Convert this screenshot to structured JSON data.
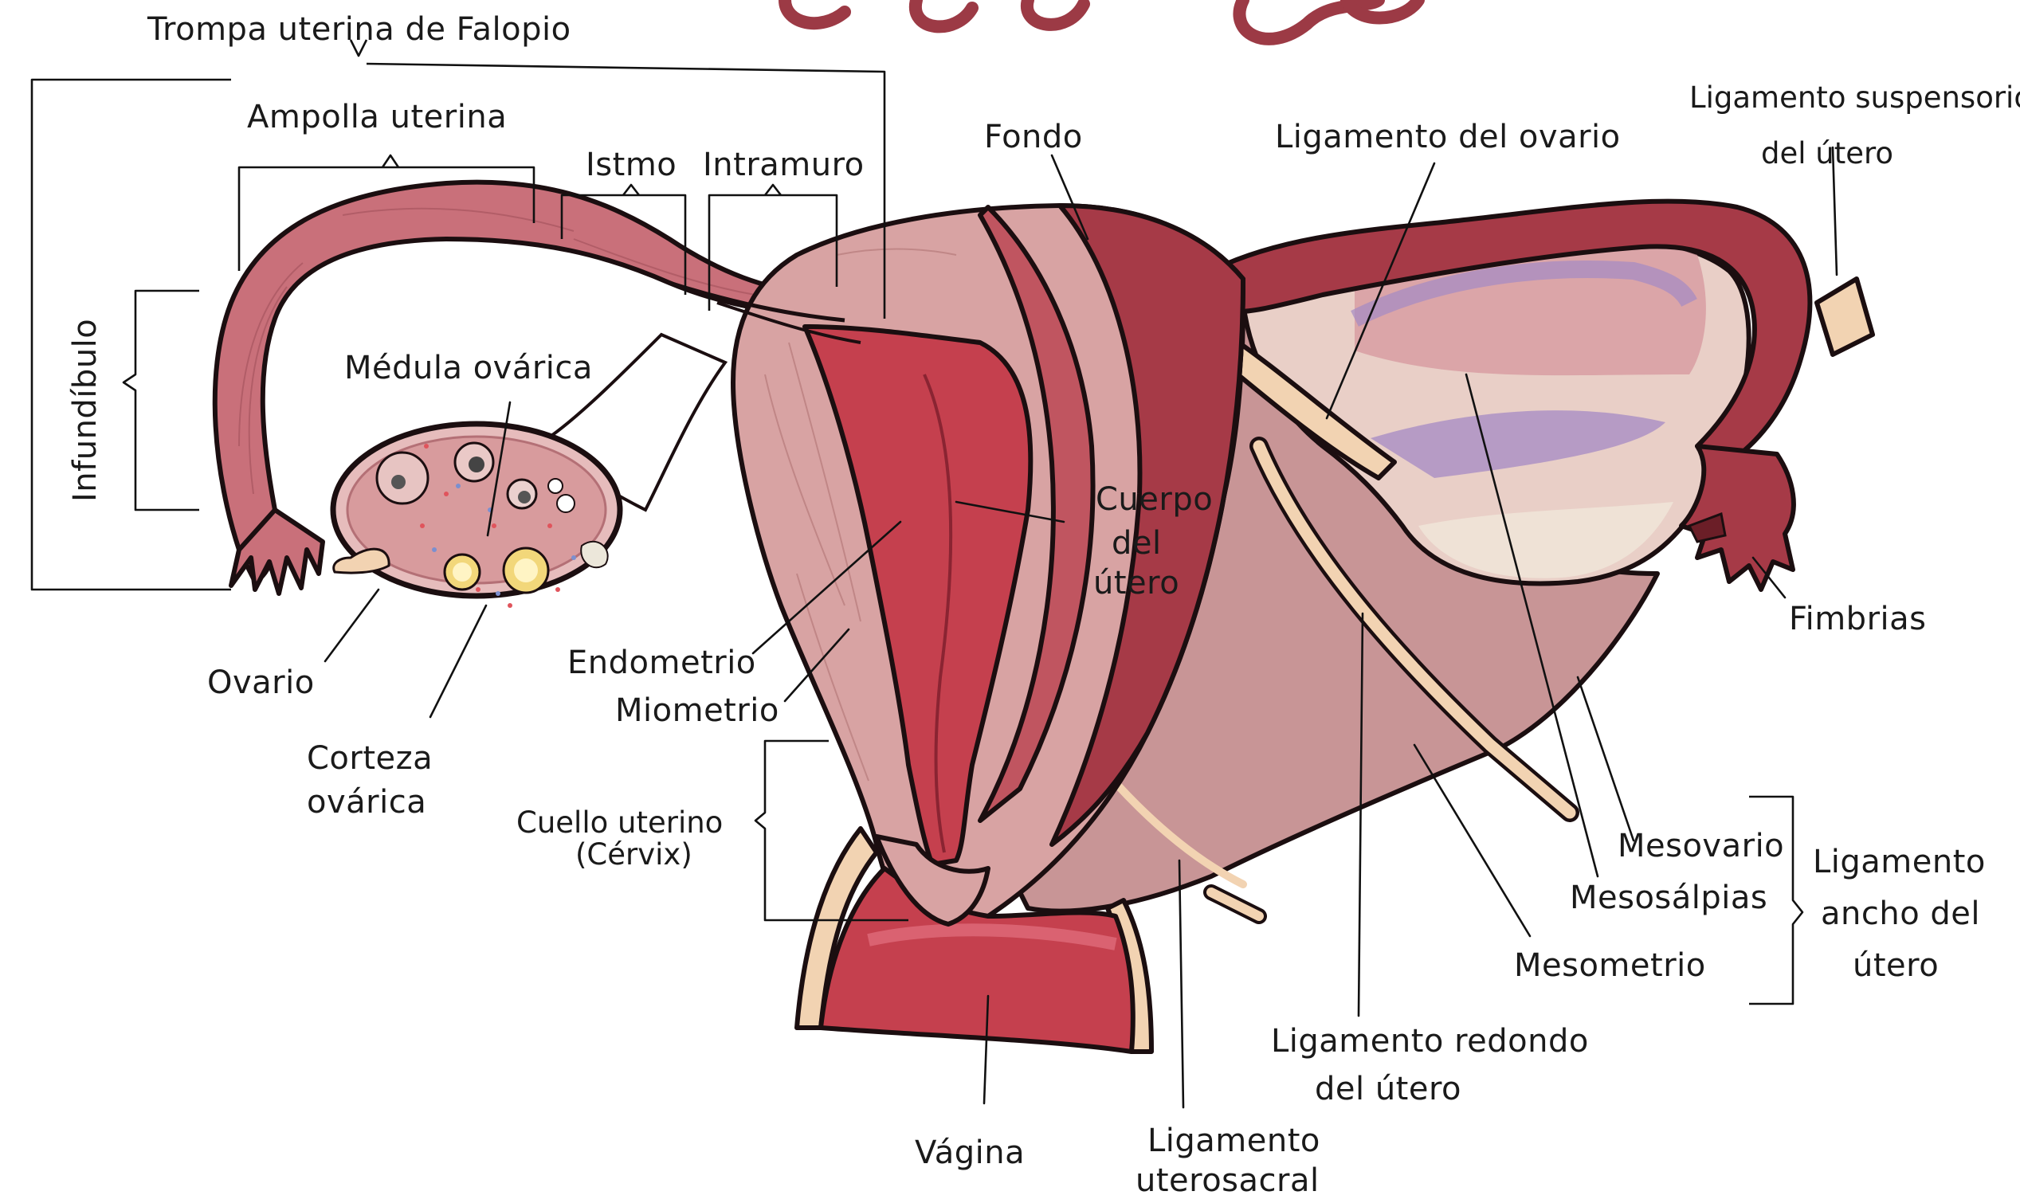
{
  "labels": {
    "trompa": "Trompa uterina de Falopio",
    "ampolla": "Ampolla uterina",
    "istmo": "Istmo",
    "intramuro": "Intramuro",
    "fondo": "Fondo",
    "ligamento_ovario": "Ligamento del ovario",
    "lig_suspensorio_1": "Ligamento suspensorio",
    "lig_suspensorio_2": "del útero",
    "infundibulo": "Infundíbulo",
    "medula": "Médula ovárica",
    "cuerpo_1": "Cuerpo",
    "cuerpo_2": "del",
    "cuerpo_3": "útero",
    "fimbrias": "Fimbrias",
    "endometrio": "Endometrio",
    "miometrio": "Miometrio",
    "ovario": "Ovario",
    "corteza_1": "Corteza",
    "corteza_2": "ovárica",
    "cuello_1": "Cuello uterino",
    "cuello_2": "(Cérvix)",
    "mesovario": "Mesovario",
    "mesosalpias": "Mesosálpias",
    "mesometrio": "Mesometrio",
    "ancho_1": "Ligamento",
    "ancho_2": "ancho del",
    "ancho_3": "útero",
    "redondo_1": "Ligamento redondo",
    "redondo_2": "del útero",
    "vagina": "Vágina",
    "uterosacral_1": "Ligamento",
    "uterosacral_2": "uterosacral"
  },
  "colors": {
    "tube": "#c9707a",
    "uterus_dark": "#a63a47",
    "uterus_mid": "#c05560",
    "myometrium": "#d8a3a3",
    "endometrium": "#c5404e",
    "broad_ligament": "#c89596",
    "ovary_fill": "#e6bcbc",
    "lavender": "#a48ac4",
    "cream": "#f2d3b2",
    "title_swirl": "#9c3a45"
  }
}
